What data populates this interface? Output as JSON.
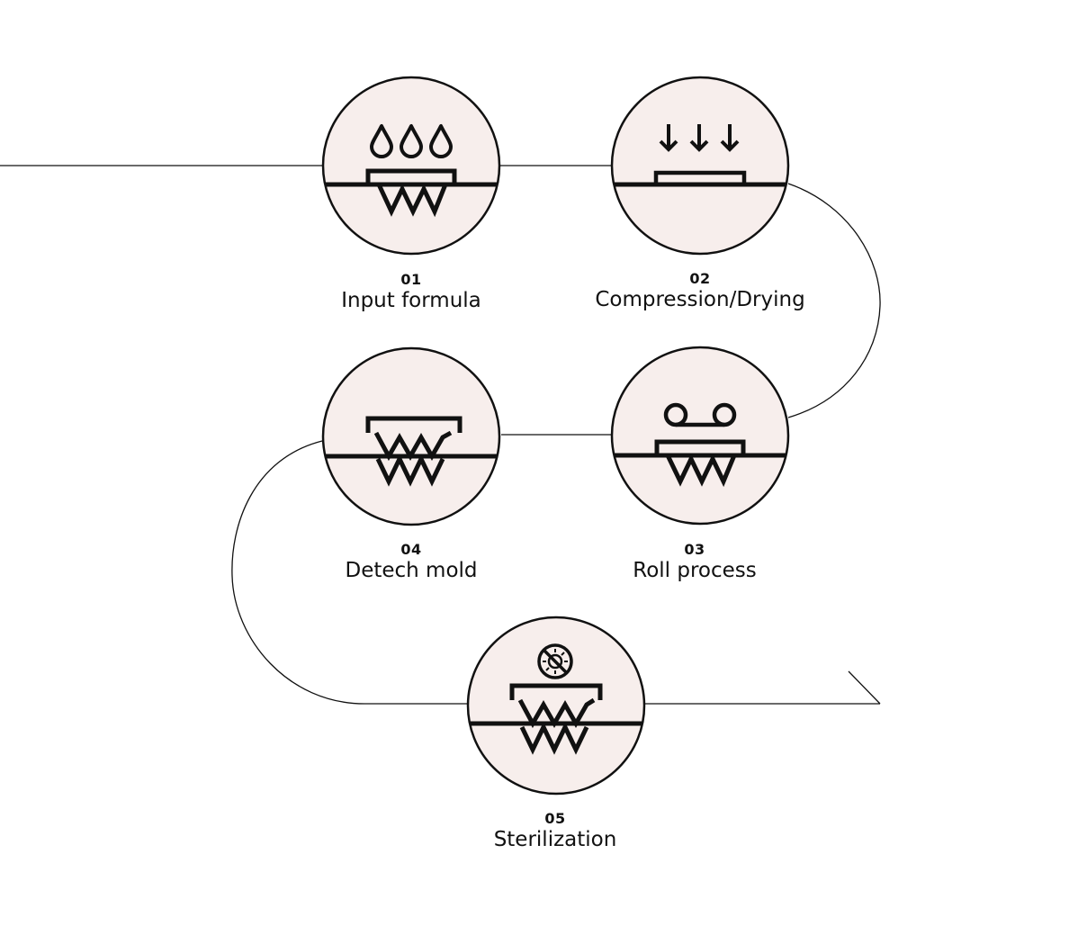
{
  "colors": {
    "circle_fill": "#f7eeec",
    "stroke": "#111111",
    "background": "#ffffff"
  },
  "steps": [
    {
      "number": "01",
      "name": "Input formula",
      "icon": "water-drops-icon"
    },
    {
      "number": "02",
      "name": "Compression/Drying",
      "icon": "press-arrows-icon"
    },
    {
      "number": "03",
      "name": "Roll process",
      "icon": "roller-icon"
    },
    {
      "number": "04",
      "name": "Detech mold",
      "icon": "mold-detach-icon"
    },
    {
      "number": "05",
      "name": "Sterilization",
      "icon": "no-virus-icon"
    }
  ]
}
